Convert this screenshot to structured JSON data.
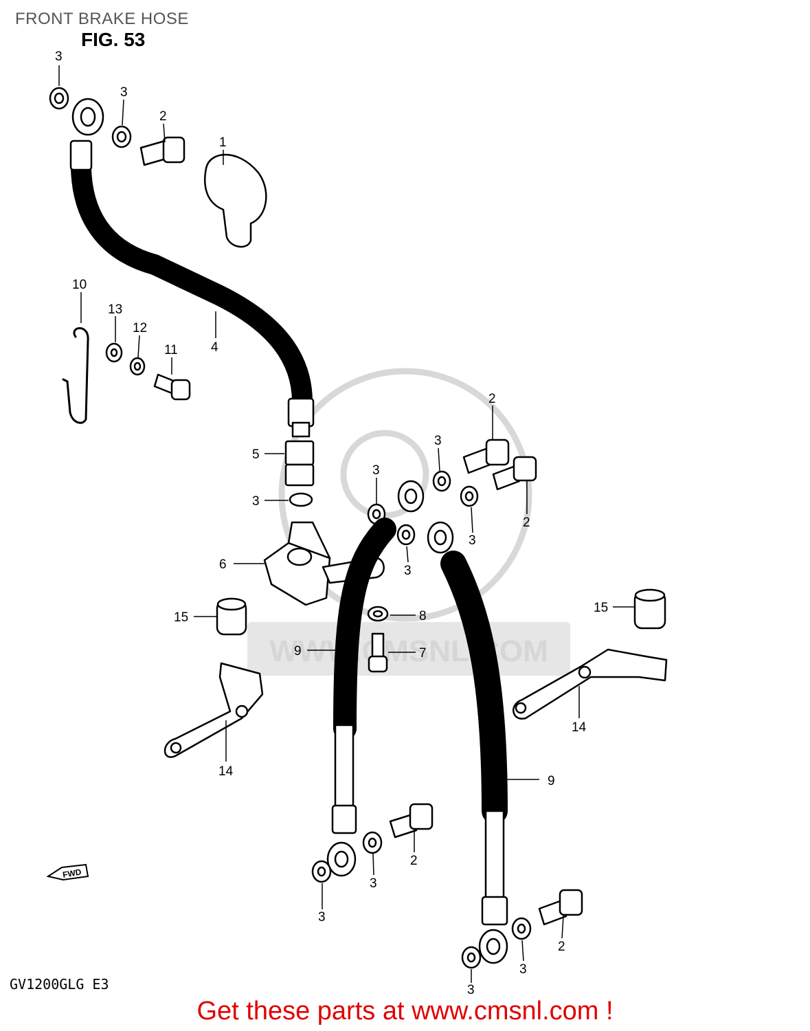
{
  "header": {
    "title": "FRONT BRAKE HOSE",
    "figure": "FIG. 53"
  },
  "diagram": {
    "watermark_text": "WWW.CMSNL.COM",
    "fwd_badge": "FWD",
    "callouts": [
      "1",
      "2",
      "3",
      "4",
      "5",
      "6",
      "7",
      "8",
      "9",
      "10",
      "11",
      "12",
      "13",
      "14",
      "15"
    ]
  },
  "footer": {
    "model_code": "GV1200GLG E3",
    "cta": "Get these parts at www.cmsnl.com !"
  }
}
